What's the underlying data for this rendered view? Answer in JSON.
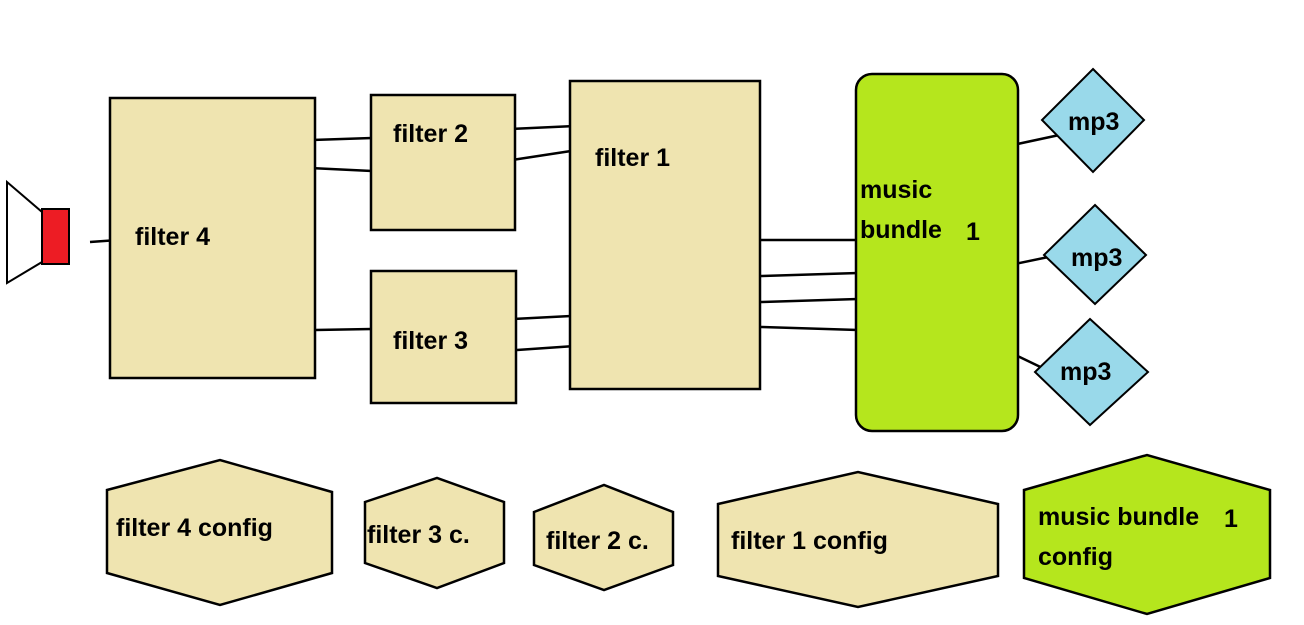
{
  "colors": {
    "filter_fill": "#efe4b0",
    "bundle_fill": "#b5e61d",
    "mp3_fill": "#99d9ea",
    "speaker_fill": "#ed1c24",
    "stroke": "#000000"
  },
  "nodes": {
    "filter4": "filter 4",
    "filter2": "filter 2",
    "filter3": "filter 3",
    "filter1": "filter 1",
    "bundle_line1": "music",
    "bundle_line2": "bundle",
    "bundle_num": "1",
    "mp3_a": "mp3",
    "mp3_b": "mp3",
    "mp3_c": "mp3"
  },
  "configs": {
    "filter4": "filter 4 config",
    "filter3": "filter 3 c.",
    "filter2": "filter 2 c.",
    "filter1": "filter 1 config",
    "bundle_line1": "music bundle",
    "bundle_num": "1",
    "bundle_line2": "config"
  }
}
